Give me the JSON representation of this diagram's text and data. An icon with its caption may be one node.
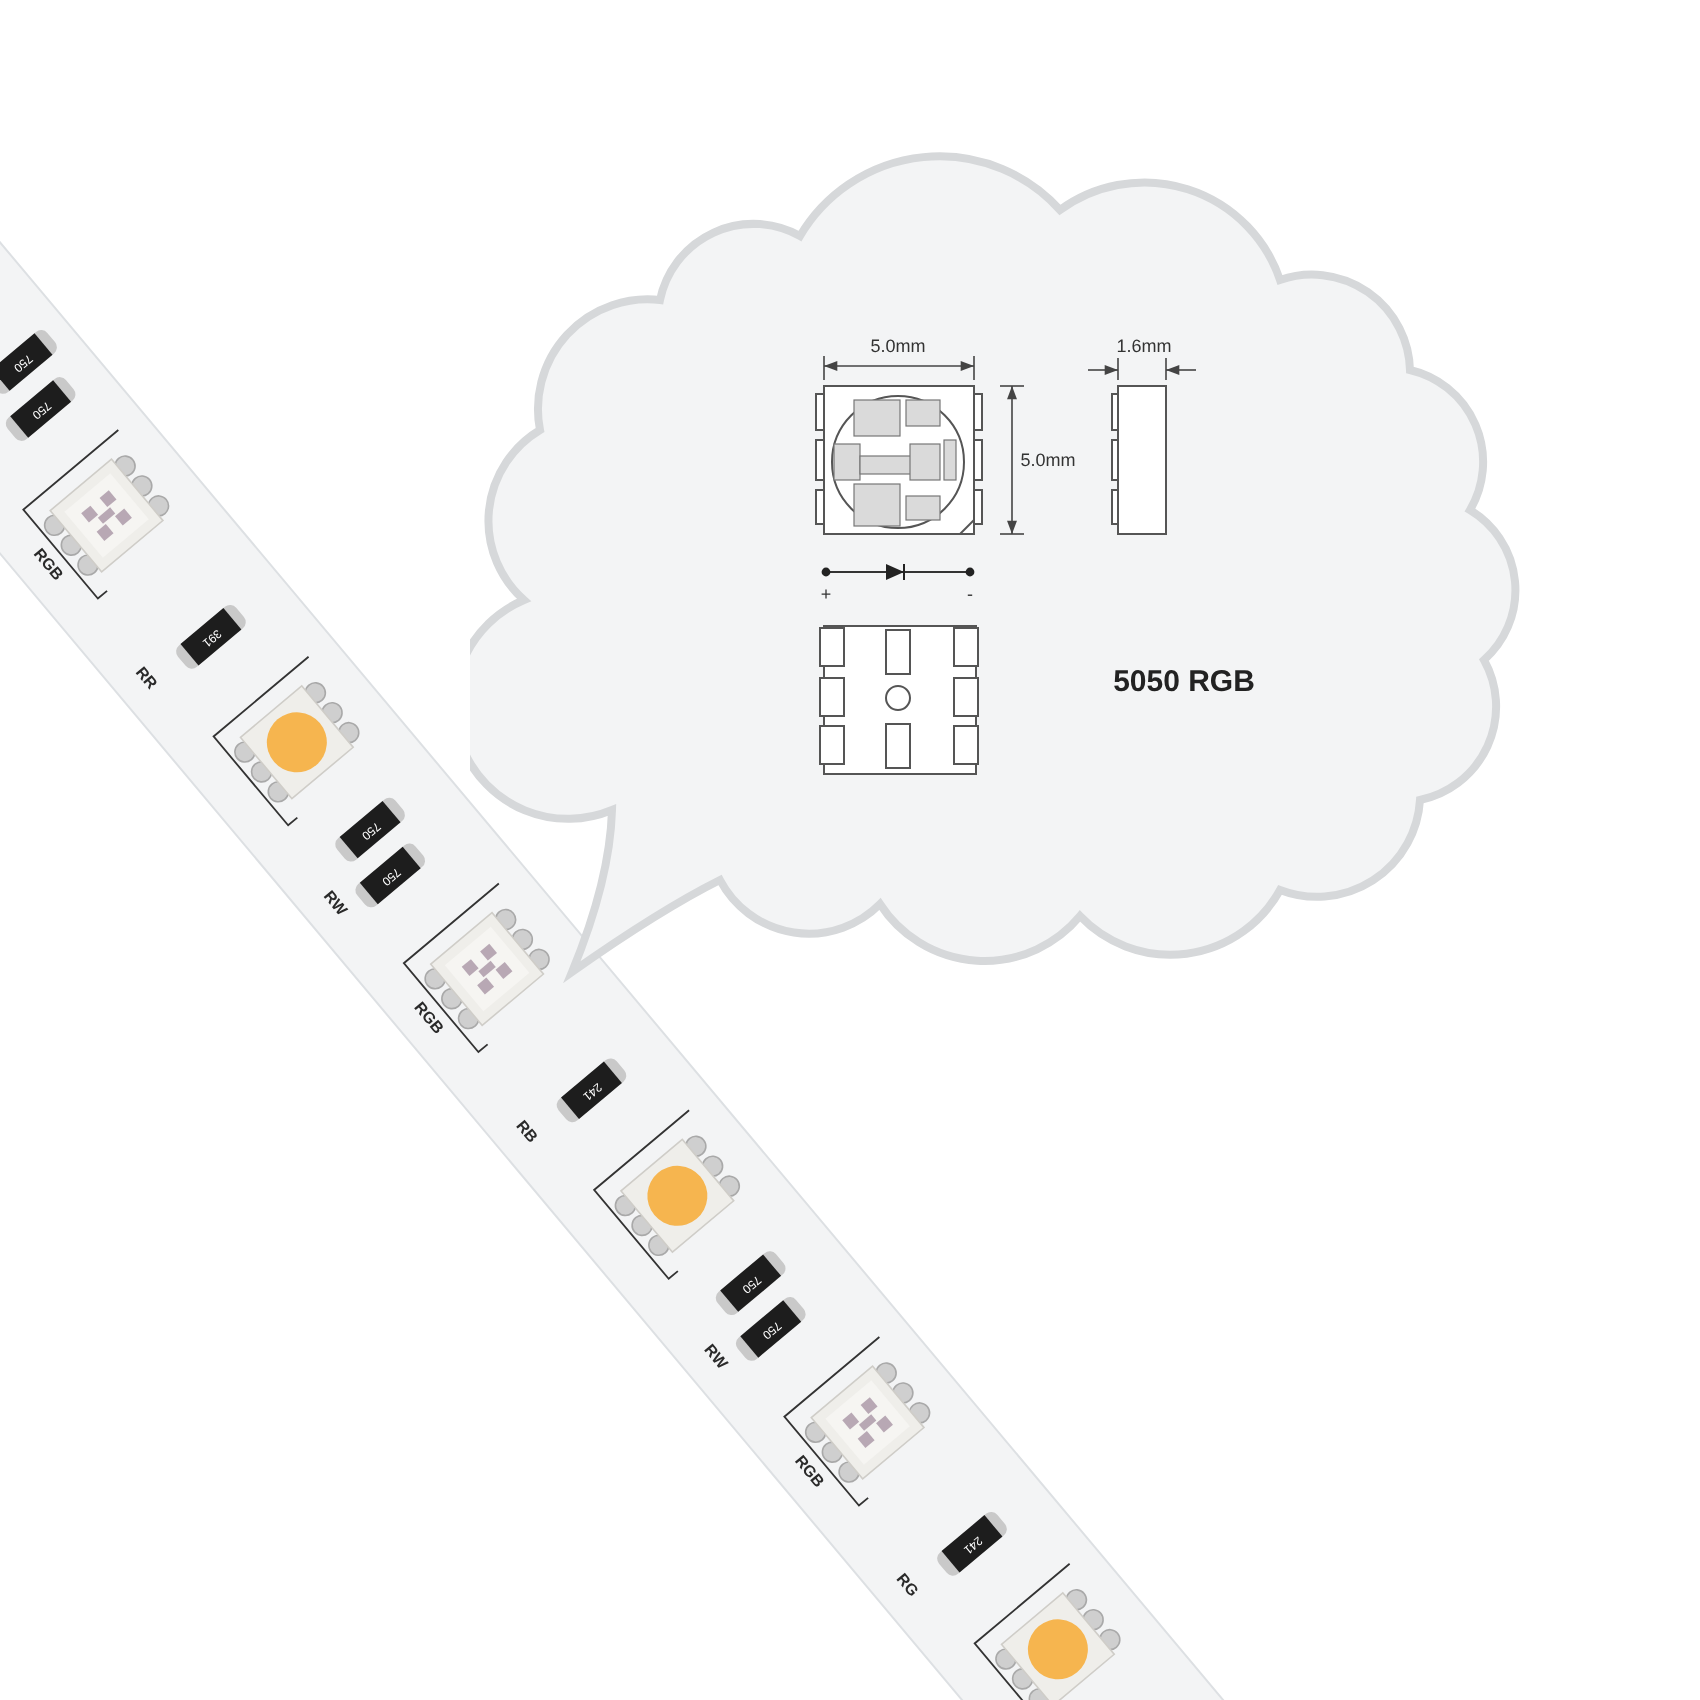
{
  "diagram": {
    "nodes": [
      {
        "text": [
          "5050 RGB"
        ]
      }
    ],
    "labels": [
      "5.0mm",
      "1.6mm",
      "5.0mm",
      "+",
      "-",
      "750",
      "750",
      "RGB",
      "391",
      "RR",
      "750",
      "750",
      "RW",
      "RGB",
      "241",
      "RB",
      "750",
      "750",
      "RW",
      "RGB",
      "241",
      "RG"
    ]
  }
}
